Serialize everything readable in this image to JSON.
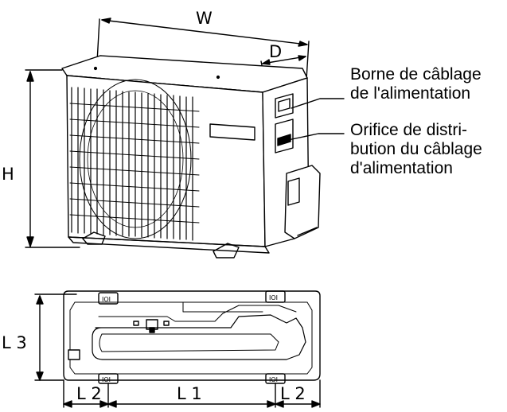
{
  "dimensions": {
    "width": "W",
    "depth": "D",
    "height": "H",
    "l1": "L 1",
    "l2_left": "L 2",
    "l2_right": "L 2",
    "l3": "L 3"
  },
  "callouts": {
    "terminal": {
      "line1": "Borne de câblage",
      "line2": "de l'alimentation"
    },
    "orifice": {
      "line1": "Orifice de distri-",
      "line2": "bution du câblage",
      "line3": "d'alimentation"
    }
  }
}
